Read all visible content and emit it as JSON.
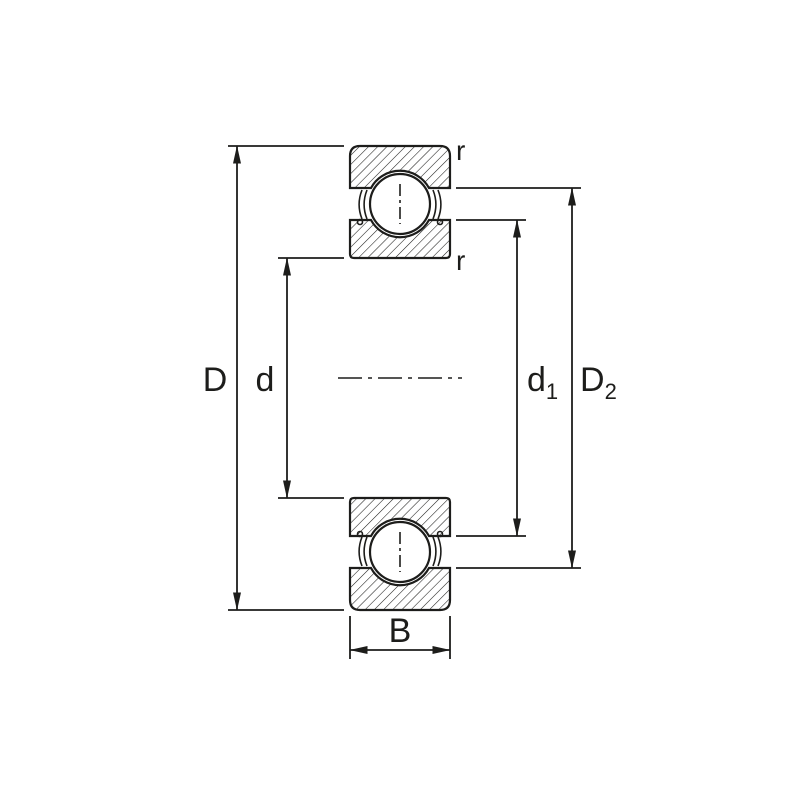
{
  "diagram": {
    "labels": {
      "outer_diameter": "D",
      "bore_diameter": "d",
      "inner_shoulder_main": "d",
      "inner_shoulder_sub": "1",
      "outer_shoulder_main": "D",
      "outer_shoulder_sub": "2",
      "width": "B",
      "fillet_radius_outer": "r",
      "fillet_radius_inner": "r"
    },
    "colors": {
      "line": "#1d1d1b",
      "background": "#ffffff"
    }
  }
}
